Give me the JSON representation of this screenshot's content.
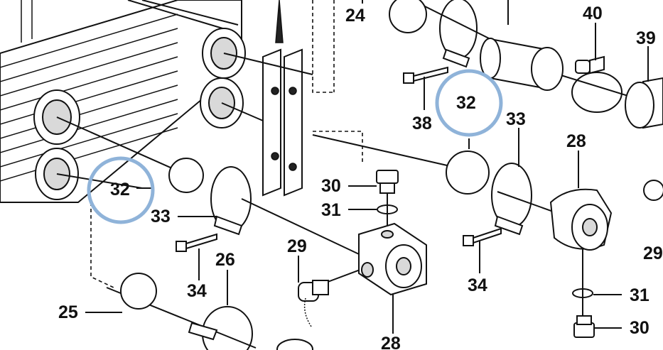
{
  "highlight_color": "#8fb3d9",
  "labels": {
    "l24": "24",
    "l40": "40",
    "l39": "39",
    "l38": "38",
    "l32_top": "32",
    "l33_top": "33",
    "l28_right": "28",
    "l30_top": "30",
    "l31_top": "31",
    "l32_left": "32",
    "l33_left": "33",
    "l34_left": "34",
    "l29": "29",
    "l26": "26",
    "l25": "25",
    "l34_right": "34",
    "l28_bottom": "28",
    "l31_right": "31",
    "l30_right": "30",
    "l29_right": "29"
  },
  "icons": {
    "heat_exchanger": "plate-heat-exchanger-icon",
    "bracket": "mounting-bracket-icon",
    "clamp": "hose-clamp-icon",
    "gasket": "gasket-disc-icon",
    "connector": "connection-block-icon",
    "plug": "drain-plug-icon",
    "washer": "sealing-washer-icon",
    "pipe": "pipe-nipple-icon",
    "bolt": "bolt-icon",
    "cap": "dust-cap-icon"
  }
}
